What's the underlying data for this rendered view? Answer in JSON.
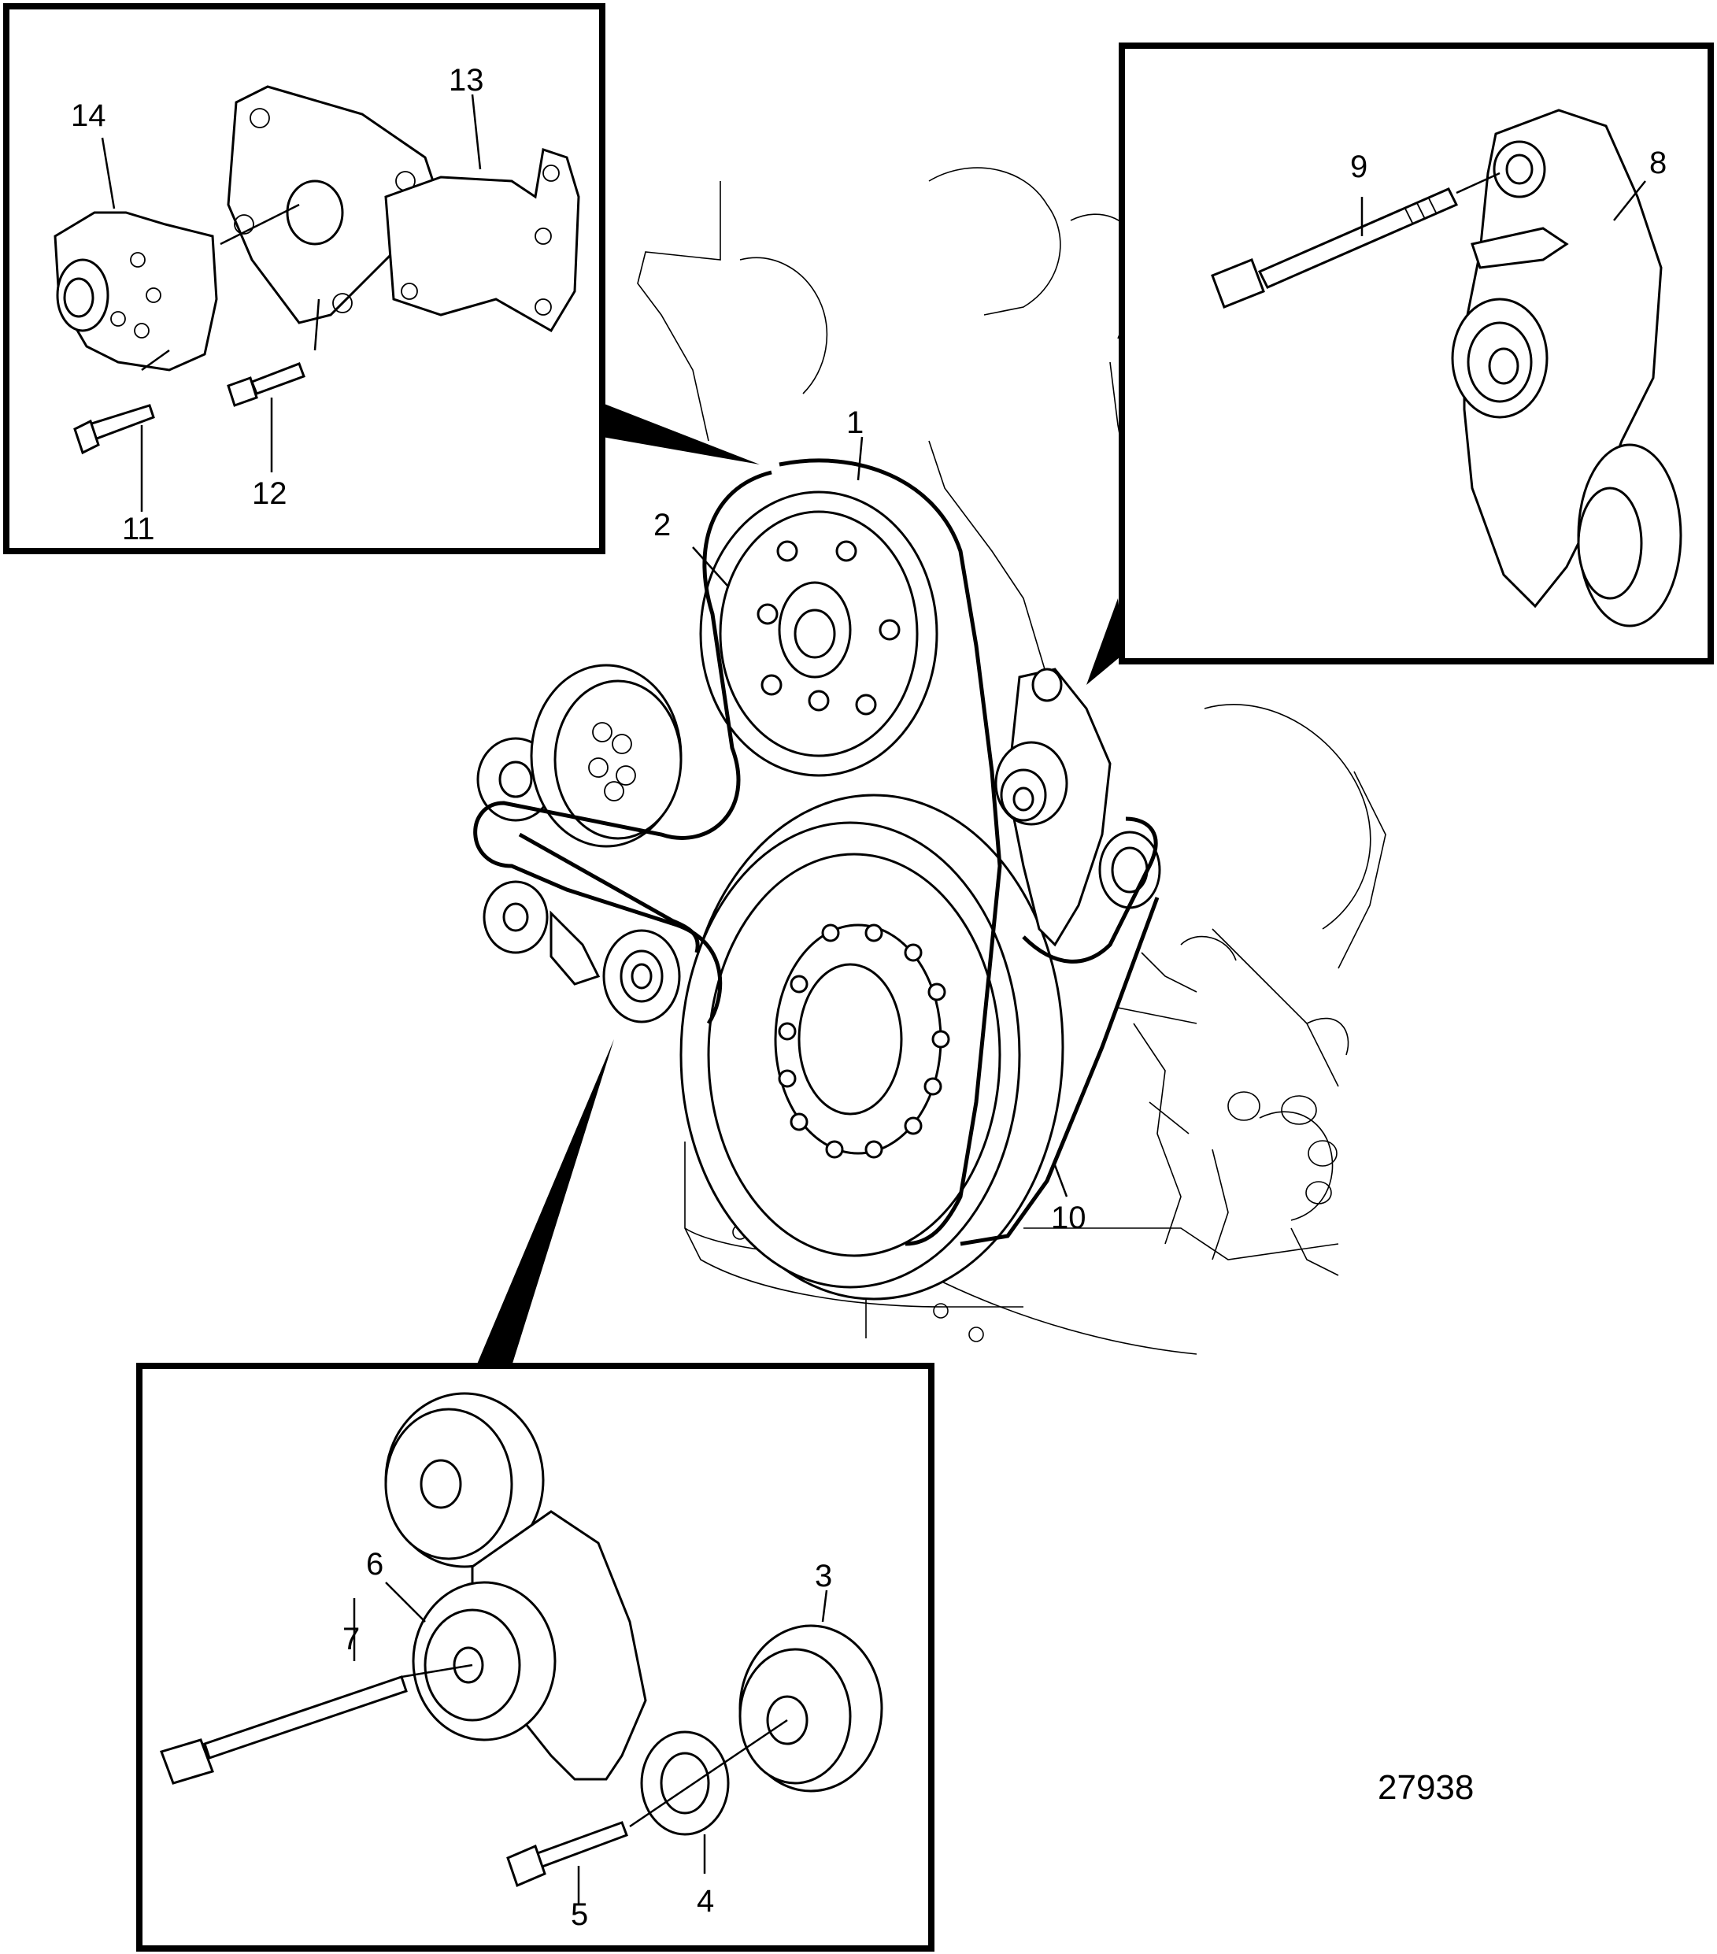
{
  "figure_number": "27938",
  "callouts": {
    "c1": "1",
    "c2": "2",
    "c3": "3",
    "c4": "4",
    "c5": "5",
    "c6": "6",
    "c7": "7",
    "c8": "8",
    "c9": "9",
    "c10": "10",
    "c11": "11",
    "c12": "12",
    "c13": "13",
    "c14": "14"
  }
}
